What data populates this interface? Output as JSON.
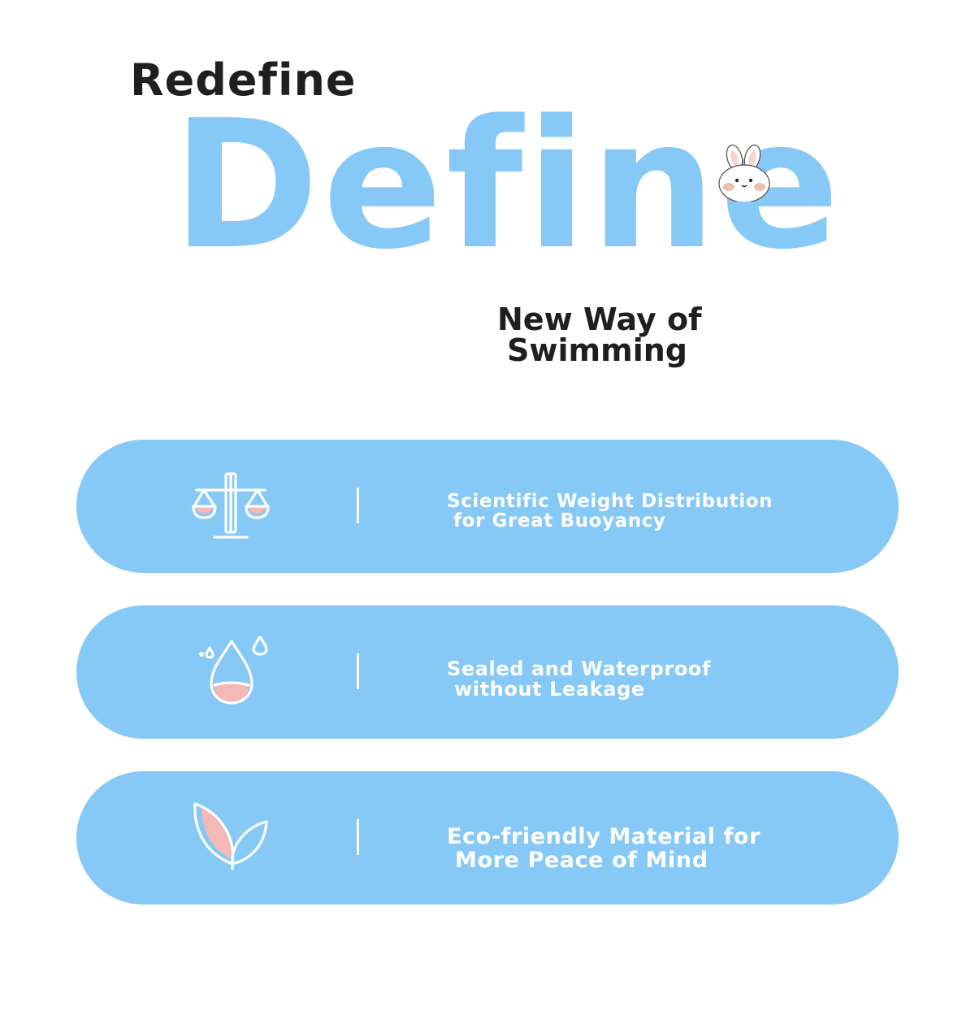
{
  "hero": {
    "small_title": "Redefine",
    "big_word": "Define",
    "tagline_line1": "New Way of",
    "tagline_line2": "Swimming"
  },
  "features": [
    {
      "icon": "balance-scale-icon",
      "line1": "Scientific Weight Distribution",
      "line2": "for Great Buoyancy"
    },
    {
      "icon": "water-drop-icon",
      "line1": "Sealed and Waterproof",
      "line2": "without Leakage"
    },
    {
      "icon": "leaf-icon",
      "line1": "Eco-friendly Material for",
      "line2": "More Peace of Mind"
    }
  ],
  "colors": {
    "accent_blue": "#86c9f6",
    "icon_pink": "#f4b8b8",
    "title_dark": "#1f1f1f",
    "text_white": "#ffffff"
  }
}
